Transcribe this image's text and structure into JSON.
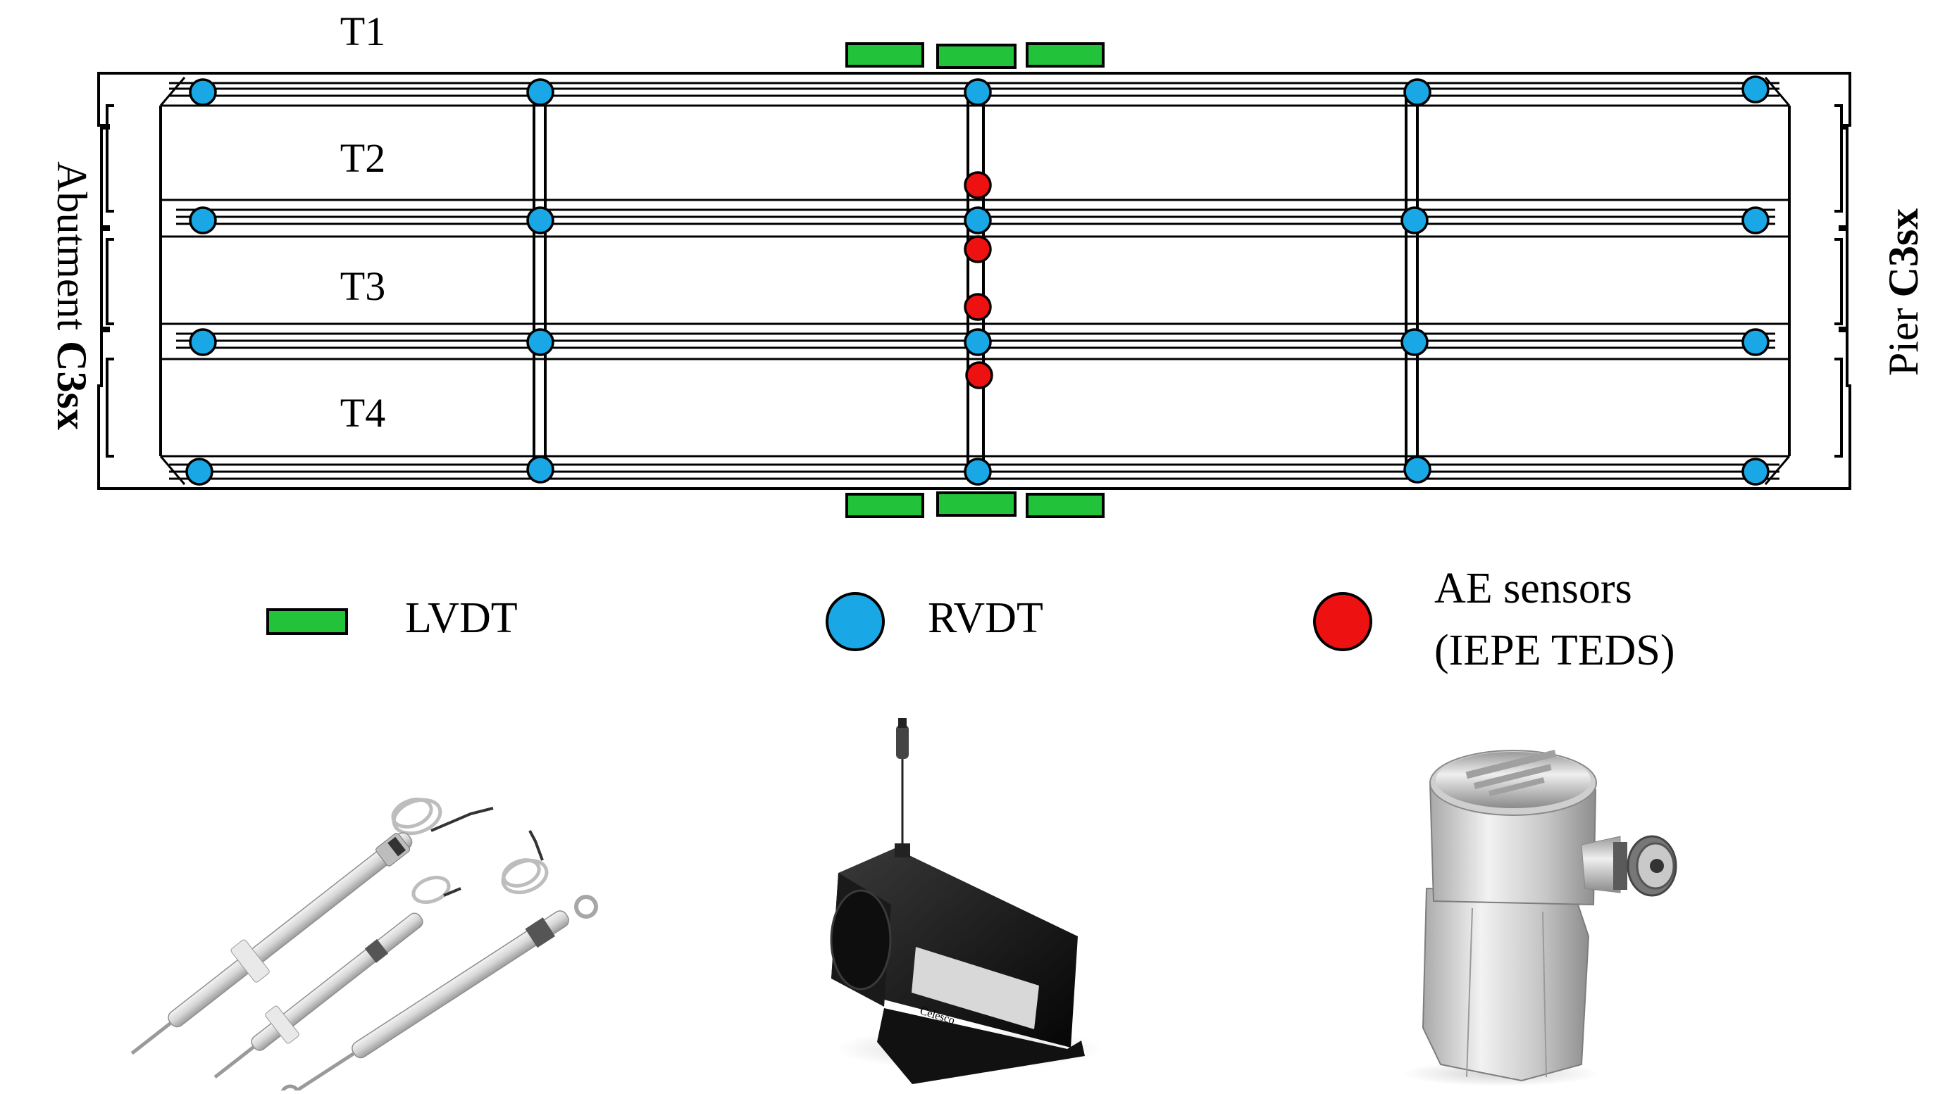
{
  "diagram": {
    "girder_labels": [
      "T1",
      "T2",
      "T3",
      "T4"
    ],
    "left_side": {
      "prefix": "Abutment",
      "bold": "C3sx"
    },
    "right_side": {
      "prefix": "Pier",
      "bold": "C3sx"
    }
  },
  "legend": {
    "lvdt": {
      "label": "LVDT",
      "color": "#22c33a"
    },
    "rvdt": {
      "label": "RVDT",
      "color": "#1aa7e6"
    },
    "ae": {
      "label_line1": "AE sensors",
      "label_line2": "(IEPE TEDS)",
      "color": "#ee1111"
    }
  },
  "photos": [
    {
      "name": "lvdt-photo"
    },
    {
      "name": "rvdt-photo",
      "label_text": "Celesco"
    },
    {
      "name": "ae-sensor-photo"
    }
  ],
  "colors": {
    "line": "#000000",
    "lvdt": "#22c33a",
    "rvdt": "#1aa7e6",
    "ae": "#ee1111"
  }
}
